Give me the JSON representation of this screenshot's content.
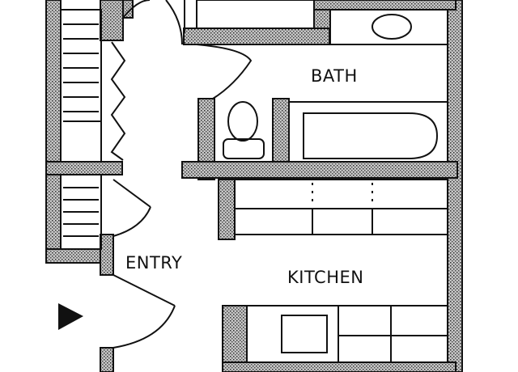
{
  "floorplan": {
    "labels": {
      "bath": "BATH",
      "entry": "ENTRY",
      "kitchen": "KITCHEN"
    },
    "colors": {
      "wall_fill": "#8c8c8c",
      "line": "#111111",
      "background": "#ffffff"
    },
    "icons": [
      "toilet-icon",
      "bathtub-icon",
      "sink-icon",
      "stove-icon",
      "entry-arrow-icon"
    ]
  }
}
